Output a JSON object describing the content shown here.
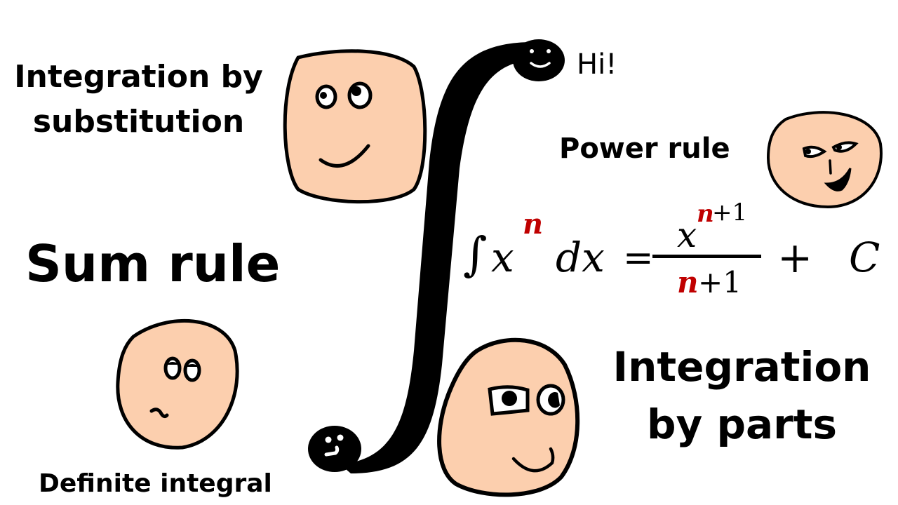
{
  "labels": {
    "substitution_line1": "Integration by",
    "substitution_line2": "substitution",
    "sum_rule": "Sum rule",
    "definite_integral": "Definite integral",
    "power_rule": "Power rule",
    "parts_line1": "Integration",
    "parts_line2": "by parts",
    "speech": "Hi!"
  },
  "formula": {
    "integral_sign": "∫",
    "base": "x",
    "exponent": "n",
    "differential": "dx",
    "equals": "=",
    "numerator_base": "x",
    "numerator_exp_var": "n",
    "numerator_exp_rest": "+1",
    "denominator_var": "n",
    "denominator_rest": "+1",
    "plus": "+",
    "constant": "C"
  },
  "colors": {
    "skin": "#fccfae",
    "outline": "#000000",
    "highlight_red": "#c00000",
    "background": "#ffffff"
  },
  "characters": [
    {
      "name": "substitution-face",
      "mood": "smiling"
    },
    {
      "name": "sum-rule-face",
      "mood": "worried"
    },
    {
      "name": "power-rule-face",
      "mood": "smirking"
    },
    {
      "name": "parts-face",
      "mood": "side-glance smile"
    },
    {
      "name": "integral-top-head",
      "mood": "smiling"
    },
    {
      "name": "integral-bottom-head",
      "mood": "smiling"
    }
  ]
}
